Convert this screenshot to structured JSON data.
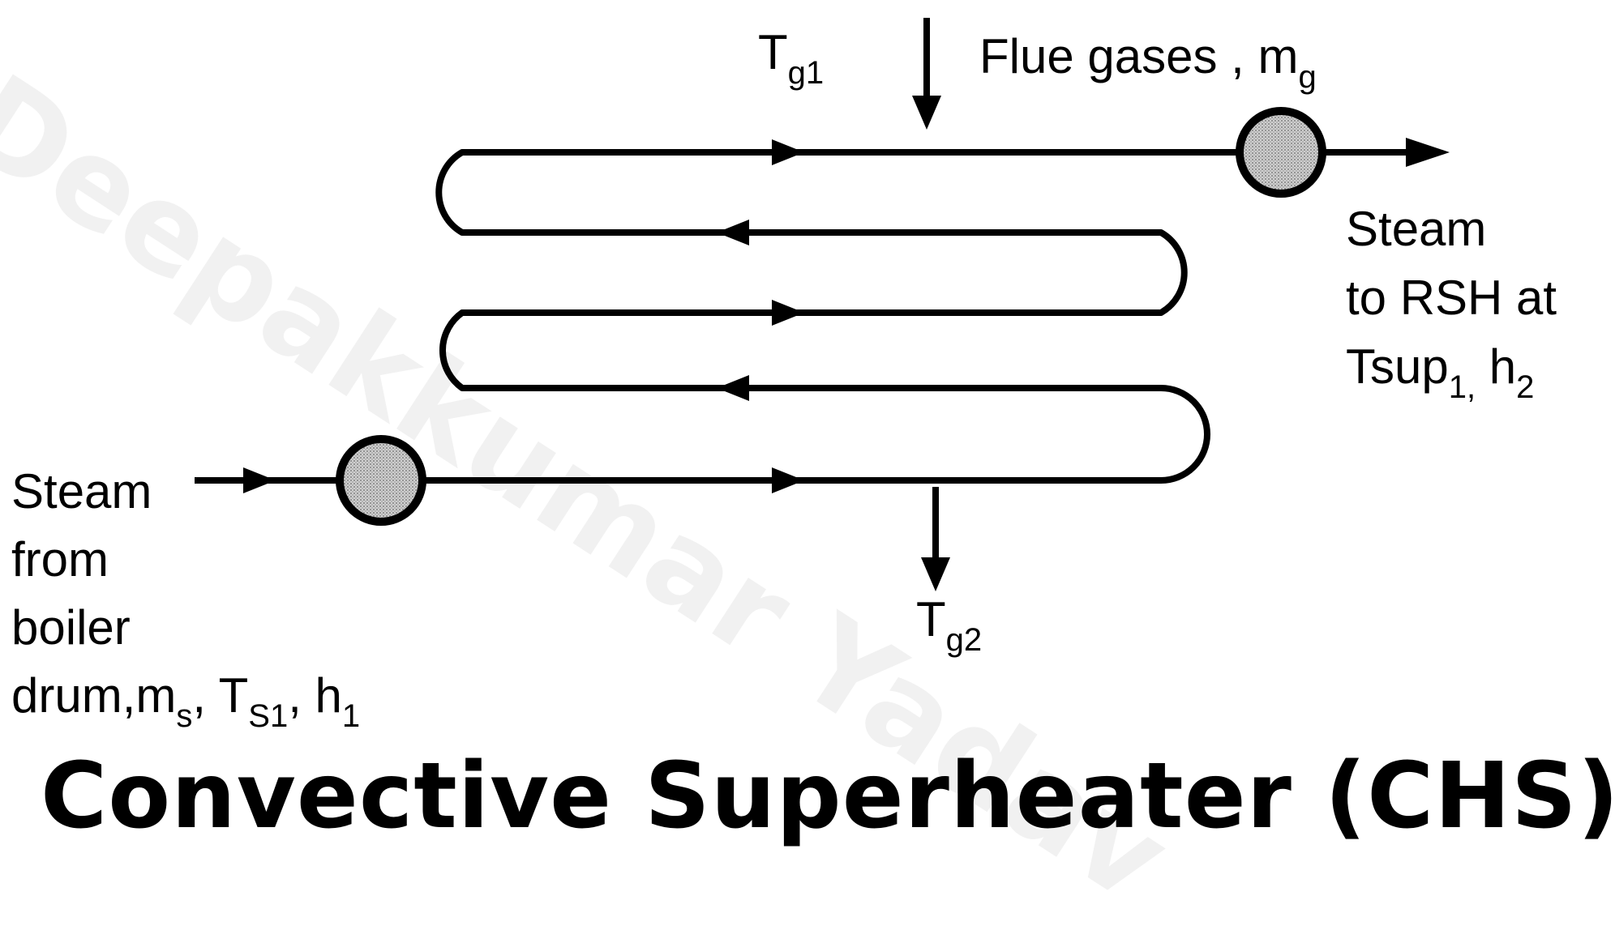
{
  "watermark": "Deepakkumar Yadav",
  "flue_gas_inlet": {
    "temp_main": "T",
    "temp_sub": "g1",
    "flow_text": "Flue gases , m",
    "flow_sub": "g"
  },
  "flue_gas_outlet": {
    "temp_main": "T",
    "temp_sub": "g2"
  },
  "steam_out": {
    "line1": "Steam",
    "line2": "to RSH at",
    "line3_main": "Tsup",
    "line3_sub1": "1,",
    "line3_h": " h",
    "line3_sub2": "2"
  },
  "steam_in": {
    "line1": "Steam",
    "line2": "from",
    "line3": "boiler",
    "line4_a": "drum,",
    "line4_m": "m",
    "line4_m_sub": "s",
    "line4_b": ", T",
    "line4_T_sub": "S1",
    "line4_c": ", h",
    "line4_h_sub": "1"
  },
  "caption": "Convective Superheater (CHS)"
}
